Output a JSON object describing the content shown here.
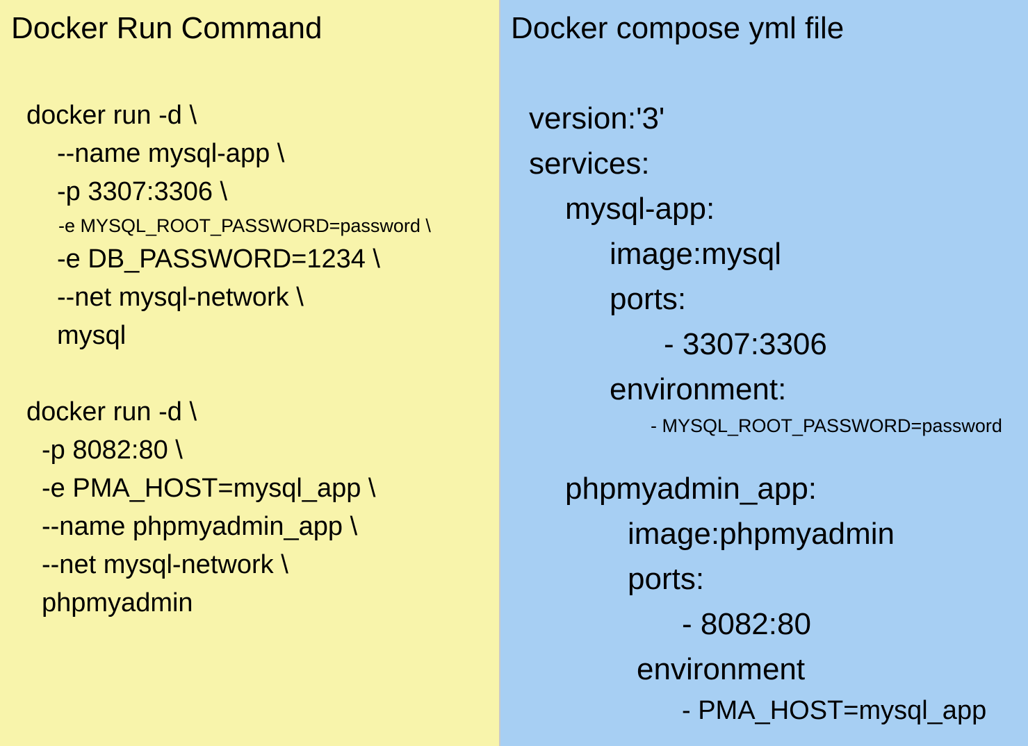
{
  "left_panel": {
    "title": "Docker Run Command",
    "bg_color": "#f8f4ab",
    "lines": [
      "docker run -d \\",
      "--name mysql-app \\",
      "-p 3307:3306 \\",
      "-e MYSQL_ROOT_PASSWORD=password \\",
      "-e DB_PASSWORD=1234 \\",
      "--net mysql-network \\",
      "mysql",
      "docker run -d \\",
      "-p 8082:80 \\",
      "-e PMA_HOST=mysql_app \\",
      "--name phpmyadmin_app \\",
      "--net mysql-network \\",
      "phpmyadmin"
    ]
  },
  "right_panel": {
    "title": "Docker compose yml file",
    "bg_color": "#a7cff3",
    "lines": [
      "version:'3'",
      "services:",
      "mysql-app:",
      "image:mysql",
      "ports:",
      "- 3307:3306",
      "environment:",
      "- MYSQL_ROOT_PASSWORD=password",
      "phpmyadmin_app:",
      "image:phpmyadmin",
      "ports:",
      "- 8082:80",
      "environment",
      "- PMA_HOST=mysql_app"
    ]
  }
}
